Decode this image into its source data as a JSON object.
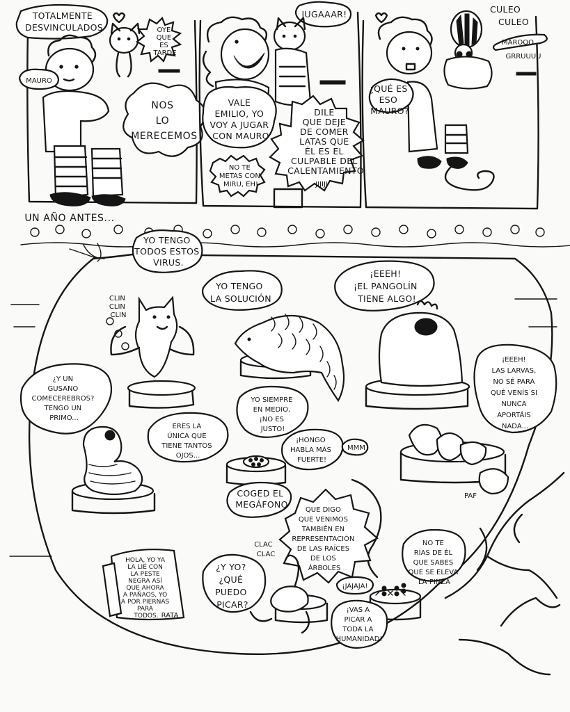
{
  "caption": "UN AÑO ANTES...",
  "panel1": {
    "title_bubble": [
      "TOTALMENTE",
      "DESVINCULADOS"
    ],
    "cat_bubble": [
      "OYE",
      "QUE",
      "ES",
      "TARDE"
    ],
    "name_tag": "MAURO",
    "speech": [
      "NOS",
      "LO",
      "MERECEMOS"
    ]
  },
  "panel2": {
    "shout": "JUGAAAR!",
    "speech": [
      "VALE",
      "EMILIO, YO",
      "VOY A JUGAR",
      "CON MAURO"
    ],
    "aside": [
      "NO TE",
      "METAS CON",
      "MIRU, EH!"
    ],
    "cat_speech": [
      "DILE",
      "QUE DEJE",
      "DE COMER",
      "LATAS QUE",
      "ÉL ES EL",
      "CULPABLE DEL",
      "CALENTAMIENTO"
    ],
    "laugh": "JIJIJI"
  },
  "panel3": {
    "sound1": "CULEO",
    "sound2": "CULEO",
    "sound3": "MAROOO",
    "sound4": "GRRUUUU",
    "speech": [
      "¿QUÉ ES",
      "ESO",
      "MAURO?"
    ]
  },
  "scene": {
    "bat": [
      "YO TENGO",
      "TODOS ESTOS",
      "VIRUS."
    ],
    "bat_sfx": [
      "CLIN",
      "CLIN",
      "CLIN"
    ],
    "pangolin": [
      "YO TENGO",
      "LA SOLUCIÓN"
    ],
    "mole": [
      "¡EEEH!",
      "¡EL PANGOLÍN",
      "TIENE ALGO!"
    ],
    "larvae": [
      "¡EEEH!",
      "LAS LARVAS,",
      "NO SÉ PARA",
      "QUÉ VENÍS SI",
      "NUNCA",
      "APORTÁIS",
      "NADA..."
    ],
    "worm": [
      "¿Y UN",
      "GUSANO",
      "COMECEREBROS?",
      "TENGO UN",
      "PRIMO..."
    ],
    "eyes": [
      "ERES LA",
      "ÚNICA QUE",
      "TIENE TANTOS",
      "OJOS..."
    ],
    "middle": [
      "YO SIEMPRE",
      "EN MEDIO,",
      "¡NO ES",
      "JUSTO!"
    ],
    "fungus": [
      "¡HONGO",
      "HABLA MÁS",
      "FUERTE!"
    ],
    "tiny": "MMM",
    "megaphone": [
      "COGED EL",
      "MEGÁFONO"
    ],
    "roots": [
      "QUE DIGO",
      "QUE VENIMOS",
      "TAMBIÉN EN",
      "REPRESENTACIÓN",
      "DE LAS RAÍCES",
      "DE LOS",
      "ÁRBOLES"
    ],
    "scorpion_sfx": [
      "CLAC",
      "CLAC"
    ],
    "scorpion": [
      "¿Y YO?",
      "¿QUÉ",
      "PUEDO",
      "PICAR?"
    ],
    "ants_laugh": "¡JAJAJA!",
    "ants": [
      "¡VAS A",
      "PICAR A",
      "TODA LA",
      "HUMANIDAD!"
    ],
    "pinza": [
      "NO TE",
      "RÍAS DE ÉL",
      "QUE SABES",
      "QUE SE ELEVA",
      "LA PINZA"
    ],
    "rat": [
      "HOLA, YO YA",
      "LA LIÉ CON",
      "LA PESTE",
      "NEGRA ASÍ",
      "QUE AHORA",
      "A PAÑAOS, YO",
      "A POR PIERNAS",
      "PARA",
      "TODOS."
    ],
    "rat_sign": "RATA",
    "paf": "PAF"
  }
}
